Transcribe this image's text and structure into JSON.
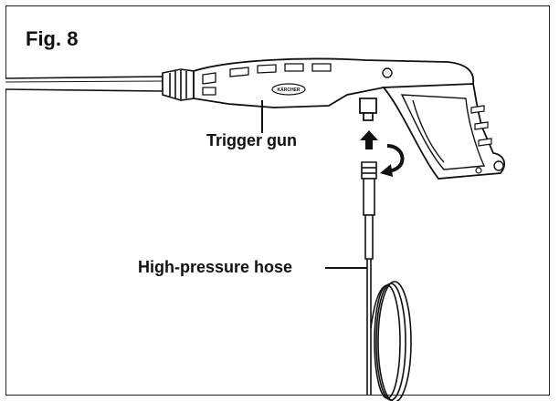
{
  "figure": {
    "title": "Fig. 8",
    "labels": {
      "trigger_gun": "Trigger gun",
      "high_pressure_hose": "High-pressure hose"
    },
    "gun_brand_text": "KÄRCHER",
    "icons": [
      "up-arrow-icon",
      "rotate-arrow-icon"
    ]
  }
}
